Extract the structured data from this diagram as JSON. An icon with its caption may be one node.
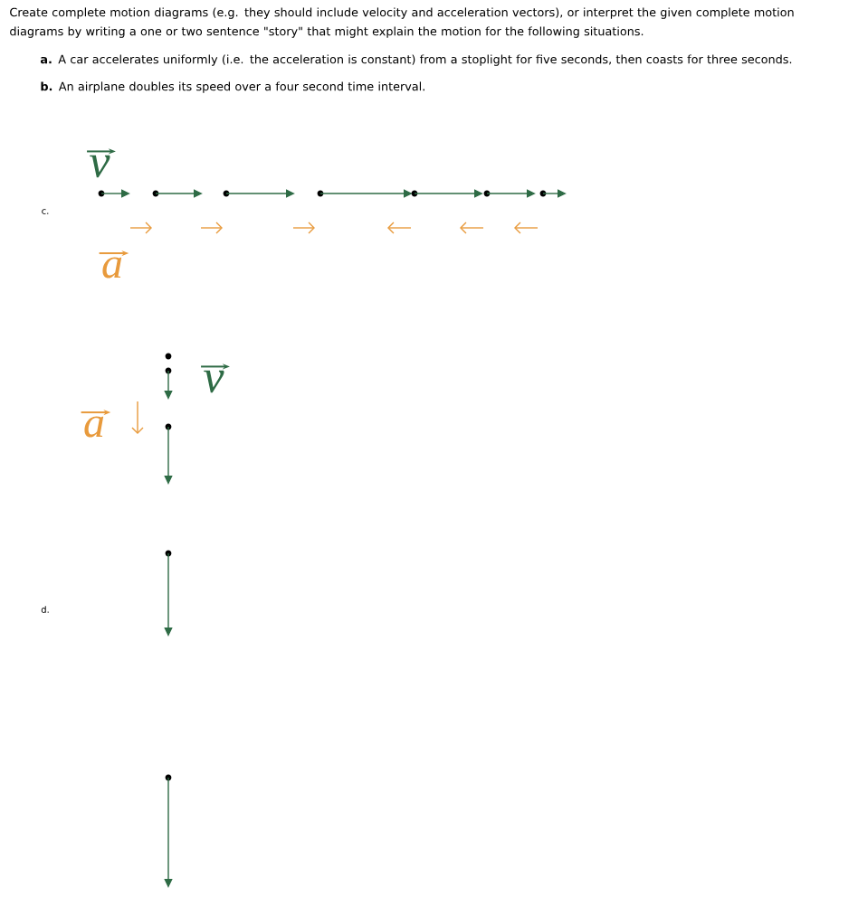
{
  "diagram": {
    "labels": [
      "Create complete motion diagrams (e.g. they should include velocity and acceleration vectors), or interpret the given complete motion diagrams by writing a one or two sentence \"story\" that might explain the motion for the following situations.",
      "**a.** A car accelerates uniformly (i.e. the acceleration is constant) from a stoplight for five seconds, then coasts for three seconds.",
      "**b.** An airplane doubles its speed over a four second time interval.",
      "v",
      "c.",
      "a",
      "v",
      "a",
      "d."
    ]
  }
}
